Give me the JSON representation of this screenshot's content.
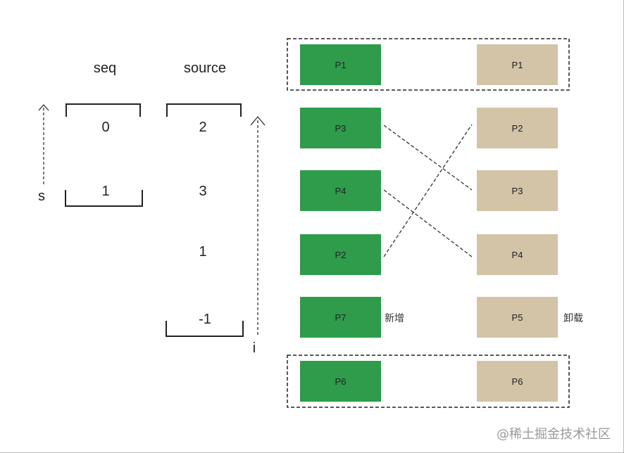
{
  "headers": {
    "seq": "seq",
    "source": "source"
  },
  "seq_values": [
    "0",
    "1"
  ],
  "source_values": [
    "2",
    "3",
    "1",
    "-1"
  ],
  "pointers": {
    "s": "s",
    "i": "i"
  },
  "old_list": [
    "P1",
    "P3",
    "P4",
    "P2",
    "P7",
    "P6"
  ],
  "new_list": [
    "P1",
    "P2",
    "P3",
    "P4",
    "P5",
    "P6"
  ],
  "notes": {
    "added": "新增",
    "removed": "卸载"
  },
  "watermark": "@稀土掘金技术社区",
  "colors": {
    "old_box": "#2e9c4b",
    "new_box": "#d3c3a7"
  }
}
